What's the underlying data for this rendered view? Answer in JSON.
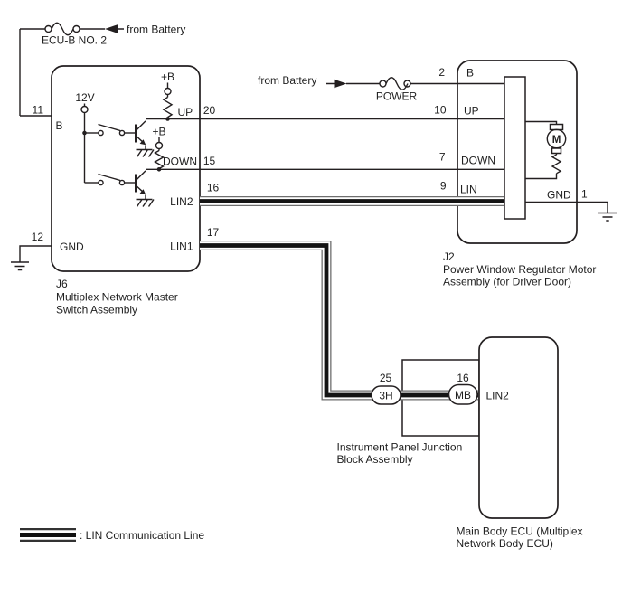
{
  "top_feed": {
    "from_battery": "from Battery",
    "fuse_name": "ECU-B NO. 2"
  },
  "mid_feed": {
    "from_battery": "from Battery",
    "fuse_name": "POWER"
  },
  "j6": {
    "pin11": "11",
    "pin12": "12",
    "pin20": "20",
    "pin15": "15",
    "pin16": "16",
    "pin17": "17",
    "label_b": "B",
    "label_gnd": "GND",
    "label_12v": "12V",
    "label_plus_b_1": "+B",
    "label_plus_b_2": "+B",
    "label_up": "UP",
    "label_down": "DOWN",
    "label_lin2": "LIN2",
    "label_lin1": "LIN1",
    "ref": "J6",
    "name_line1": "Multiplex Network Master",
    "name_line2": "Switch Assembly"
  },
  "j2": {
    "pin2": "2",
    "pin10": "10",
    "pin7": "7",
    "pin9": "9",
    "pin1": "1",
    "label_b": "B",
    "label_up": "UP",
    "label_down": "DOWN",
    "label_lin": "LIN",
    "label_gnd": "GND",
    "motor_letter": "M",
    "ref": "J2",
    "name_line1": "Power Window Regulator Motor",
    "name_line2": "Assembly (for Driver Door)"
  },
  "junction_block": {
    "pin25": "25",
    "pin16": "16",
    "connector_3h": "3H",
    "connector_mb": "MB",
    "name_line1": "Instrument Panel Junction",
    "name_line2": "Block Assembly"
  },
  "main_body_ecu": {
    "label_lin2": "LIN2",
    "name_line1": "Main Body ECU (Multiplex",
    "name_line2": "Network Body ECU)"
  },
  "legend": {
    "lin_label": ": LIN Communication Line"
  },
  "colors": {
    "line": "#231f20",
    "lin_core": "#141414",
    "background": "#ffffff"
  }
}
